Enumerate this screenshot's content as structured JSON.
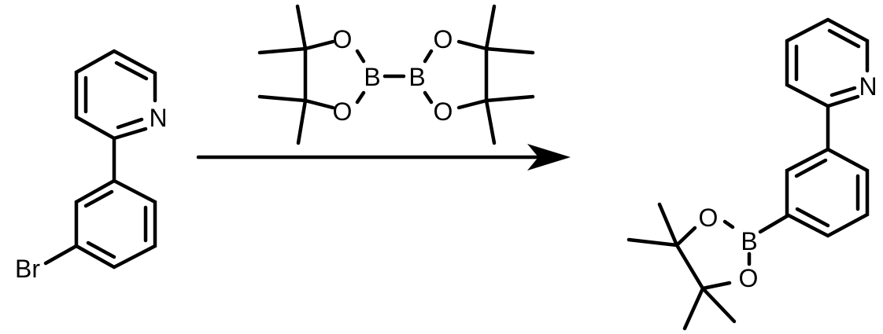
{
  "scheme": {
    "reactant": {
      "atoms": {
        "nitrogen": "N",
        "bromine": "Br"
      }
    },
    "reagent": {
      "atoms": {
        "oxygen": "O",
        "boron": "B"
      }
    },
    "product": {
      "atoms": {
        "nitrogen": "N",
        "oxygen": "O",
        "boron": "B"
      }
    },
    "arrow": {
      "direction": "right"
    },
    "colors": {
      "ink": "#000000",
      "background": "#ffffff"
    }
  }
}
